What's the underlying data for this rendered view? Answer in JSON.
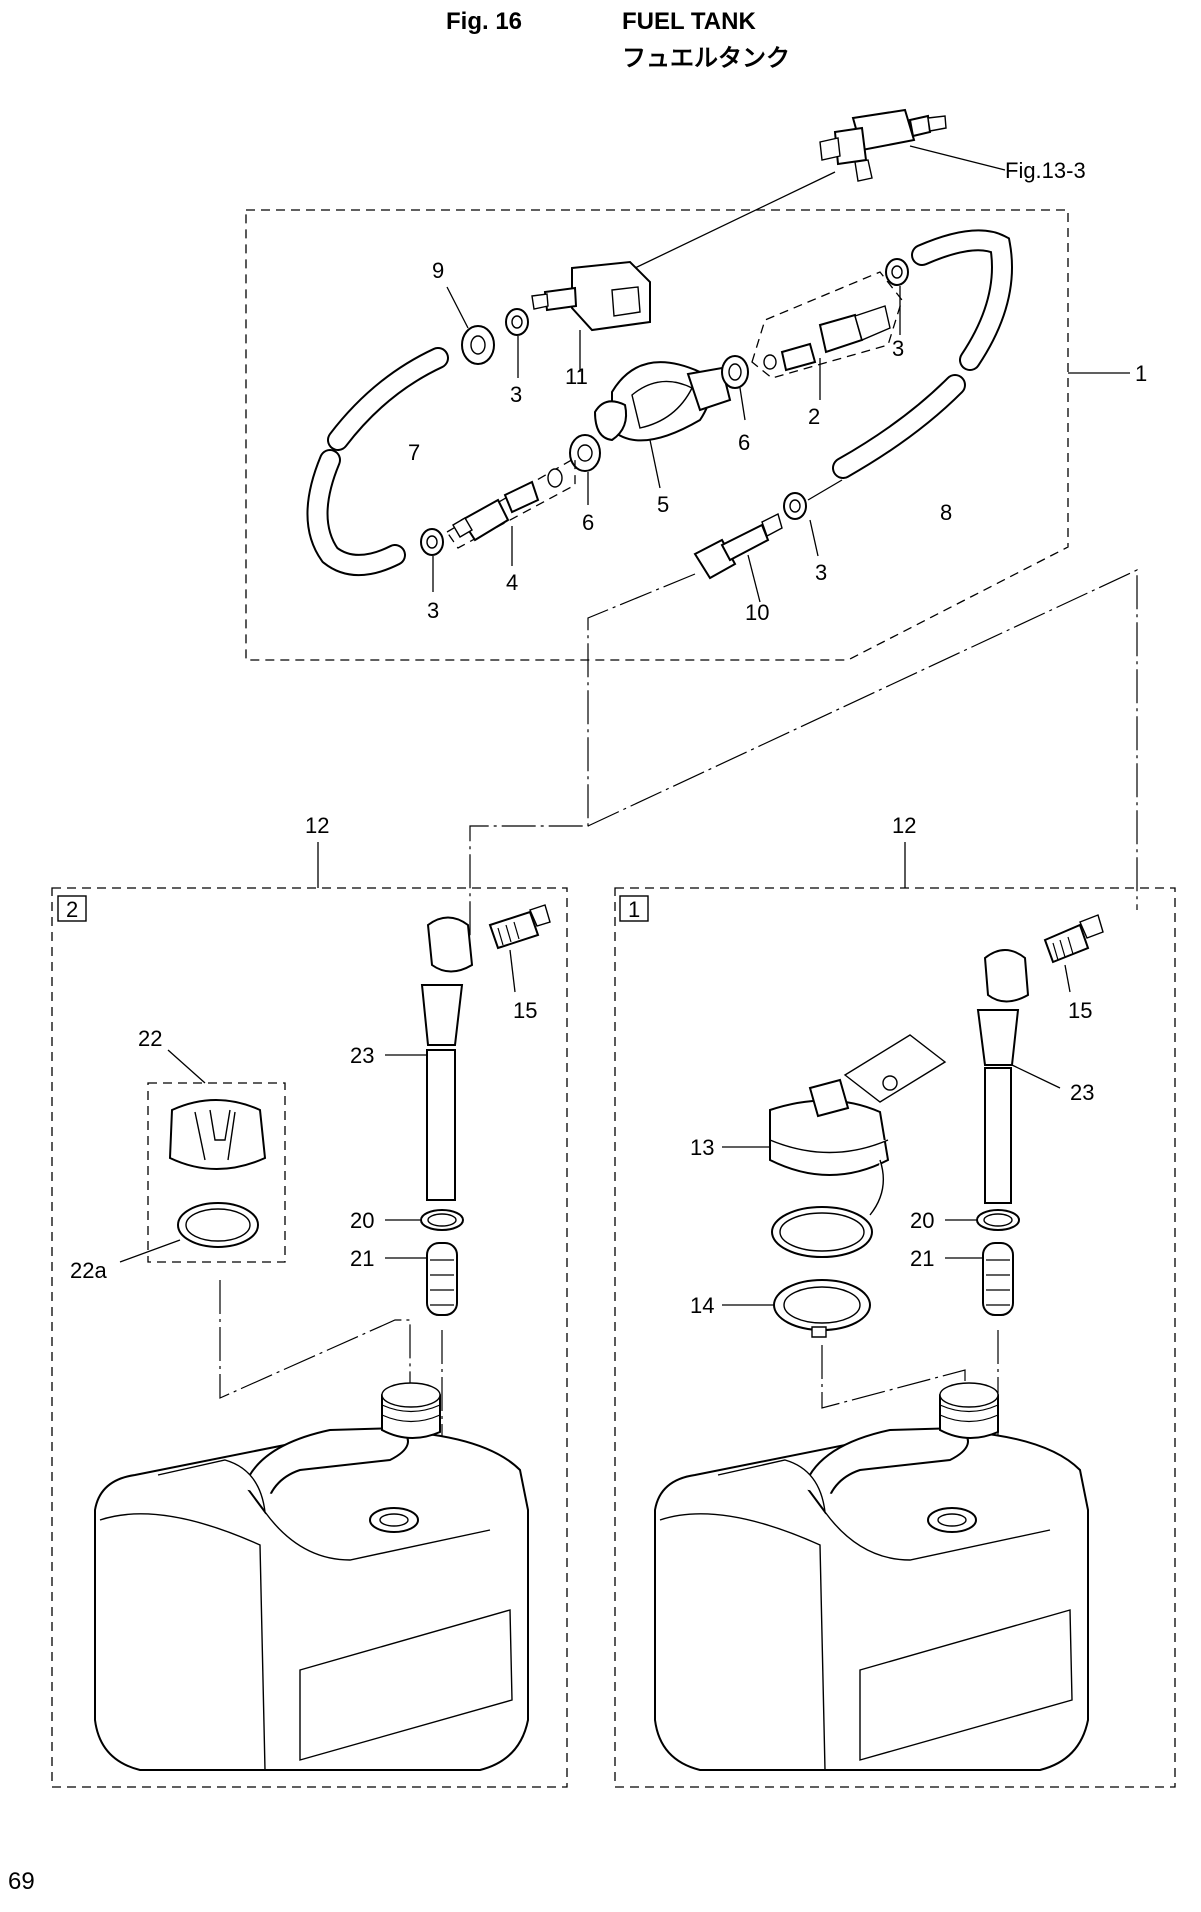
{
  "header": {
    "fig_label": "Fig. 16",
    "title_en": "FUEL TANK",
    "title_jp": "フュエルタンク"
  },
  "page_number": "69",
  "callouts": {
    "ref_fig": "Fig.13-3",
    "p1": "1",
    "p2": "2",
    "p3a": "3",
    "p3b": "3",
    "p3c": "3",
    "p3d": "3",
    "p4": "4",
    "p5": "5",
    "p6a": "6",
    "p6b": "6",
    "p7": "7",
    "p8": "8",
    "p9": "9",
    "p10": "10",
    "p11": "11",
    "p12_left": "12",
    "p12_right": "12",
    "variant_left": "2",
    "variant_right": "1",
    "p13": "13",
    "p14": "14",
    "p15_left": "15",
    "p15_right": "15",
    "p20_left": "20",
    "p20_right": "20",
    "p21_left": "21",
    "p21_right": "21",
    "p22": "22",
    "p22a": "22a",
    "p23_left": "23",
    "p23_right": "23"
  }
}
